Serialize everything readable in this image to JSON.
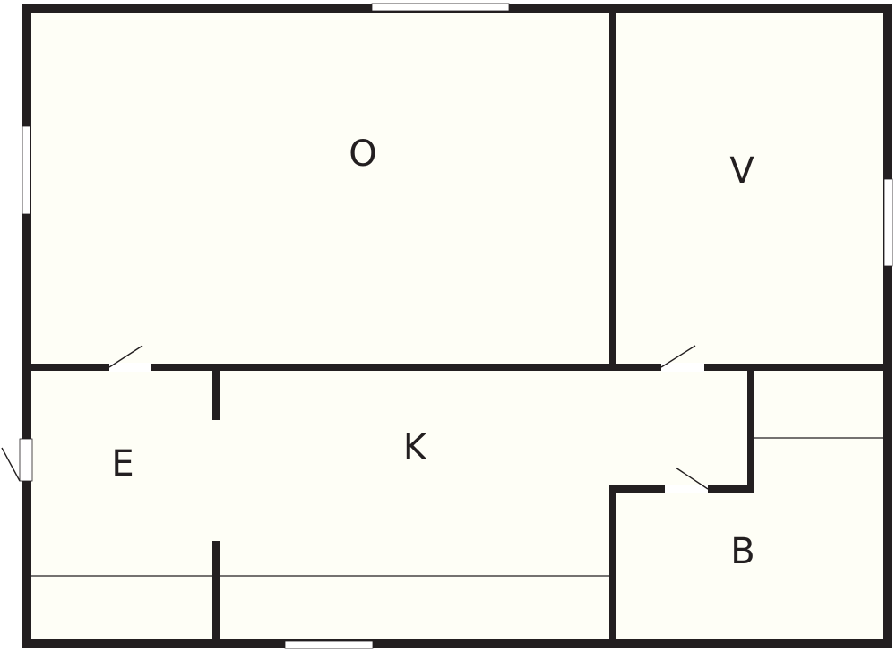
{
  "rooms": {
    "o": {
      "label": "O"
    },
    "v": {
      "label": "V"
    },
    "k": {
      "label": "K"
    },
    "e": {
      "label": "E"
    },
    "b": {
      "label": "B"
    }
  },
  "colors": {
    "wall": "#231f20",
    "floor": "#fefef6",
    "opening": "#ffffff"
  }
}
